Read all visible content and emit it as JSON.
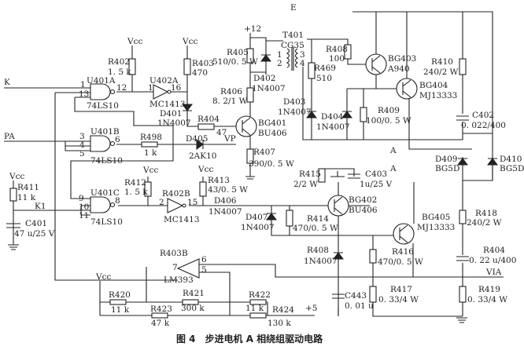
{
  "caption": "图 4　步进电机 A 相绕组驱动电路",
  "signals": {
    "K": "K",
    "PA": "PA",
    "VP": "VP",
    "K1": "K1",
    "E": "E",
    "A1": "A",
    "A2": "A",
    "VIA": "VIA",
    "p12": "+12",
    "p5": "+5",
    "vcc": "Vcc"
  },
  "parts": {
    "r402": [
      "R402",
      "1. 5 k"
    ],
    "r403": [
      "R403",
      "470"
    ],
    "r405": [
      "R405",
      "510/0. 5 W"
    ],
    "r406": [
      "R406",
      "8. 2/1 W"
    ],
    "r404": [
      "R404",
      "47"
    ],
    "r498": [
      "R498",
      "1 k"
    ],
    "r407": [
      "R407",
      "390/0. 5 W"
    ],
    "r412": [
      "R412",
      "1. 5 k"
    ],
    "r413": [
      "R413",
      "43/0. 5 W"
    ],
    "r411": [
      "R411",
      "11 k"
    ],
    "c401": [
      "C401",
      "47 u/25 V"
    ],
    "u401a": [
      "U401A",
      "74LS10"
    ],
    "u401b": [
      "U401B",
      "74LS10"
    ],
    "u401c": [
      "U401C",
      "74LS10"
    ],
    "u402a": [
      "U402A",
      "MC1413"
    ],
    "r402b": [
      "R402B",
      "MC1413"
    ],
    "r403b": [
      "R403B",
      "LM393"
    ],
    "d401": [
      "D401",
      "1N4007"
    ],
    "d405": [
      "D405",
      "2AK10"
    ],
    "d406": [
      "D406",
      "1N4007"
    ],
    "d402": [
      "D402",
      "1N4007"
    ],
    "d403": [
      "D403",
      "1N4007"
    ],
    "d404": [
      "D404",
      "1N4007"
    ],
    "d407": [
      "D407",
      "1N4007"
    ],
    "r408b": [
      "R408",
      "1N4007"
    ],
    "bg401": [
      "BG401",
      "BU406"
    ],
    "bg402": [
      "BG402",
      "BU406"
    ],
    "bg403": [
      "BG403",
      "A940"
    ],
    "bg404": [
      "BG404",
      "MJ13333"
    ],
    "bg405": [
      "BG405",
      "MJ13333"
    ],
    "t401": [
      "T401",
      "CG35"
    ],
    "r408": [
      "R408",
      "100"
    ],
    "r469": [
      "R469",
      "510"
    ],
    "r409": [
      "R409",
      "100/0. 5 W"
    ],
    "r410": [
      "R410",
      "240/2 W"
    ],
    "c402": [
      "C402",
      "0. 022/400"
    ],
    "d409": [
      "D409",
      "BG5D"
    ],
    "d410": [
      "D410",
      "BG5D"
    ],
    "r415": [
      "R415",
      "2/2 W"
    ],
    "c403": [
      "C403",
      "1u/25 V"
    ],
    "r414": [
      "R414",
      "470/0. 5 W"
    ],
    "r416": [
      "R416",
      "470/0. 5 W"
    ],
    "r418": [
      "R418",
      "240/2 W"
    ],
    "r404b": [
      "R404",
      "0. 22 u/400"
    ],
    "c443": [
      "C443",
      "0. 01 u"
    ],
    "r417": [
      "R417",
      "0. 33/4 W"
    ],
    "r419": [
      "R419",
      "0. 33/4 W"
    ],
    "r420": [
      "R420",
      "11 k"
    ],
    "r421": [
      "R421",
      "300 k"
    ],
    "r422": [
      "R422",
      "11 k"
    ],
    "r423": [
      "R423",
      "47 k"
    ],
    "r424": [
      "R424",
      "130 k"
    ]
  },
  "pins": {
    "p1": "1",
    "p13": "13",
    "p12": "12",
    "pin1": "1",
    "p16": "16",
    "p3": "3",
    "p4": "4",
    "p5": "5",
    "p6": "6",
    "p9": "9",
    "p10": "10",
    "p11": "11",
    "p8": "8",
    "p2": "2",
    "p15": "15",
    "c7": "7",
    "c6": "6",
    "c5": "5",
    "t1": "1",
    "t2": "2",
    "t3": "3",
    "t4": "4"
  }
}
